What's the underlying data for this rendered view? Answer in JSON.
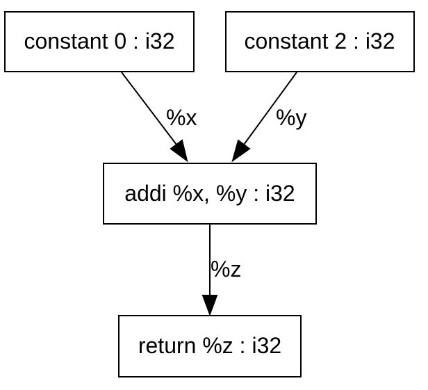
{
  "nodes": {
    "const0": "constant 0 : i32",
    "const2": "constant 2 : i32",
    "addi": "addi %x, %y : i32",
    "ret": "return %z : i32"
  },
  "edges": {
    "x": "%x",
    "y": "%y",
    "z": "%z"
  }
}
